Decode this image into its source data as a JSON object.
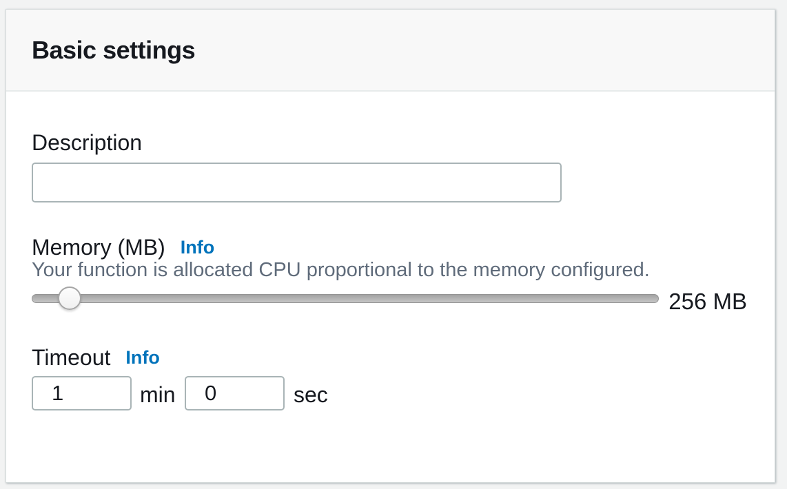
{
  "panel": {
    "title": "Basic settings",
    "description": {
      "label": "Description",
      "value": "",
      "placeholder": ""
    },
    "memory": {
      "label": "Memory (MB)",
      "info_link": "Info",
      "helper": "Your function is allocated CPU proportional to the memory configured.",
      "value_display": "256 MB"
    },
    "timeout": {
      "label": "Timeout",
      "info_link": "Info",
      "minutes_value": "1",
      "minutes_unit": "min",
      "seconds_value": "0",
      "seconds_unit": "sec"
    }
  },
  "colors": {
    "link": "#0073bb",
    "heading_text": "#16191f",
    "helper_text": "#5f6b7a",
    "page_background": "#f2f3f3",
    "card_header_background": "#f8f8f8"
  }
}
